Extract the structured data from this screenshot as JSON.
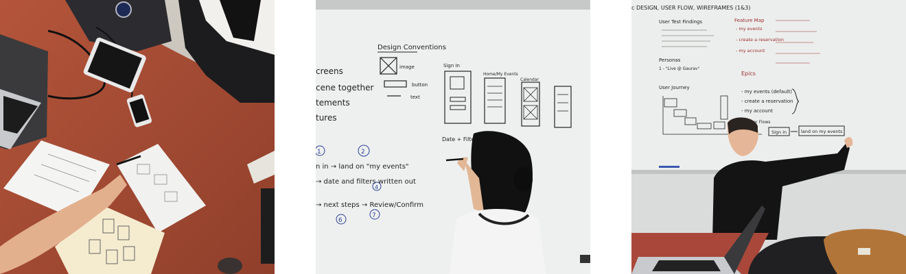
{
  "photos": [
    {
      "id": "meeting-table-photo",
      "board_text": []
    },
    {
      "id": "whiteboard-sketching-photo",
      "board_text": {
        "design_conventions": "Design Conventions",
        "image": "image",
        "button": "button",
        "text": "text",
        "sign_in": "Sign In",
        "home_my_events": "Home/My Events",
        "calendar": "Calendar",
        "date_filters": "Date + Filters",
        "screens": "creens",
        "scene_together": "cene together",
        "statements": "tements",
        "features": "tures",
        "flow_sign_in": "n in → land on \"my events\"",
        "flow_date": "→ date and filters written out",
        "flow_next": "→ next steps → Review/Confirm",
        "n1": "1",
        "n2": "2",
        "n4": "4",
        "n6": "6",
        "n7": "7"
      }
    },
    {
      "id": "whiteboard-user-flow-photo",
      "board_text": {
        "header": "c DESIGN, USER FLOW, WIREFRAMES (1&3)",
        "user_test_findings": "User Test Findings",
        "feature_map": "Feature Map",
        "personas": "Personas",
        "live_gaurav": "1 - \"Live @ Gaurav\"",
        "user_journey": "User Journey",
        "epics": "Epics",
        "my_events": "- my events",
        "create_reservation": "- create a reservation",
        "my_account": "- my account",
        "epic_my_events": "- my events (default)",
        "epic_create": "- create a reservation",
        "epic_account": "- my account",
        "user_flows": "User Flows",
        "sign_in": "Sign in",
        "land_on": "land on my events"
      }
    }
  ]
}
